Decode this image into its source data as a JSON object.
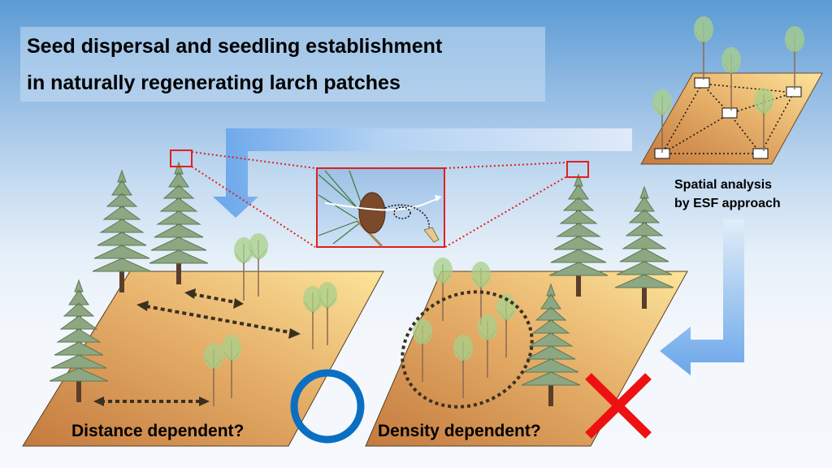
{
  "title": {
    "line1": "Seed dispersal and seedling establishment",
    "line2": "in naturally regenerating larch patches"
  },
  "panels": {
    "distance": {
      "label": "Distance dependent?",
      "verdict": "circle",
      "verdict_color": "#0a6fc2"
    },
    "density": {
      "label": "Density dependent?",
      "verdict": "cross",
      "verdict_color": "#ee1111"
    }
  },
  "esf": {
    "label_line1": "Spatial analysis",
    "label_line2": "by ESF approach"
  },
  "colors": {
    "ground_dark": "#c47a3e",
    "ground_light": "#fde49a",
    "arrow_blue": "#6aa6ea",
    "zoom_red": "#e02020",
    "dotted_arrow": "#3a3020"
  }
}
